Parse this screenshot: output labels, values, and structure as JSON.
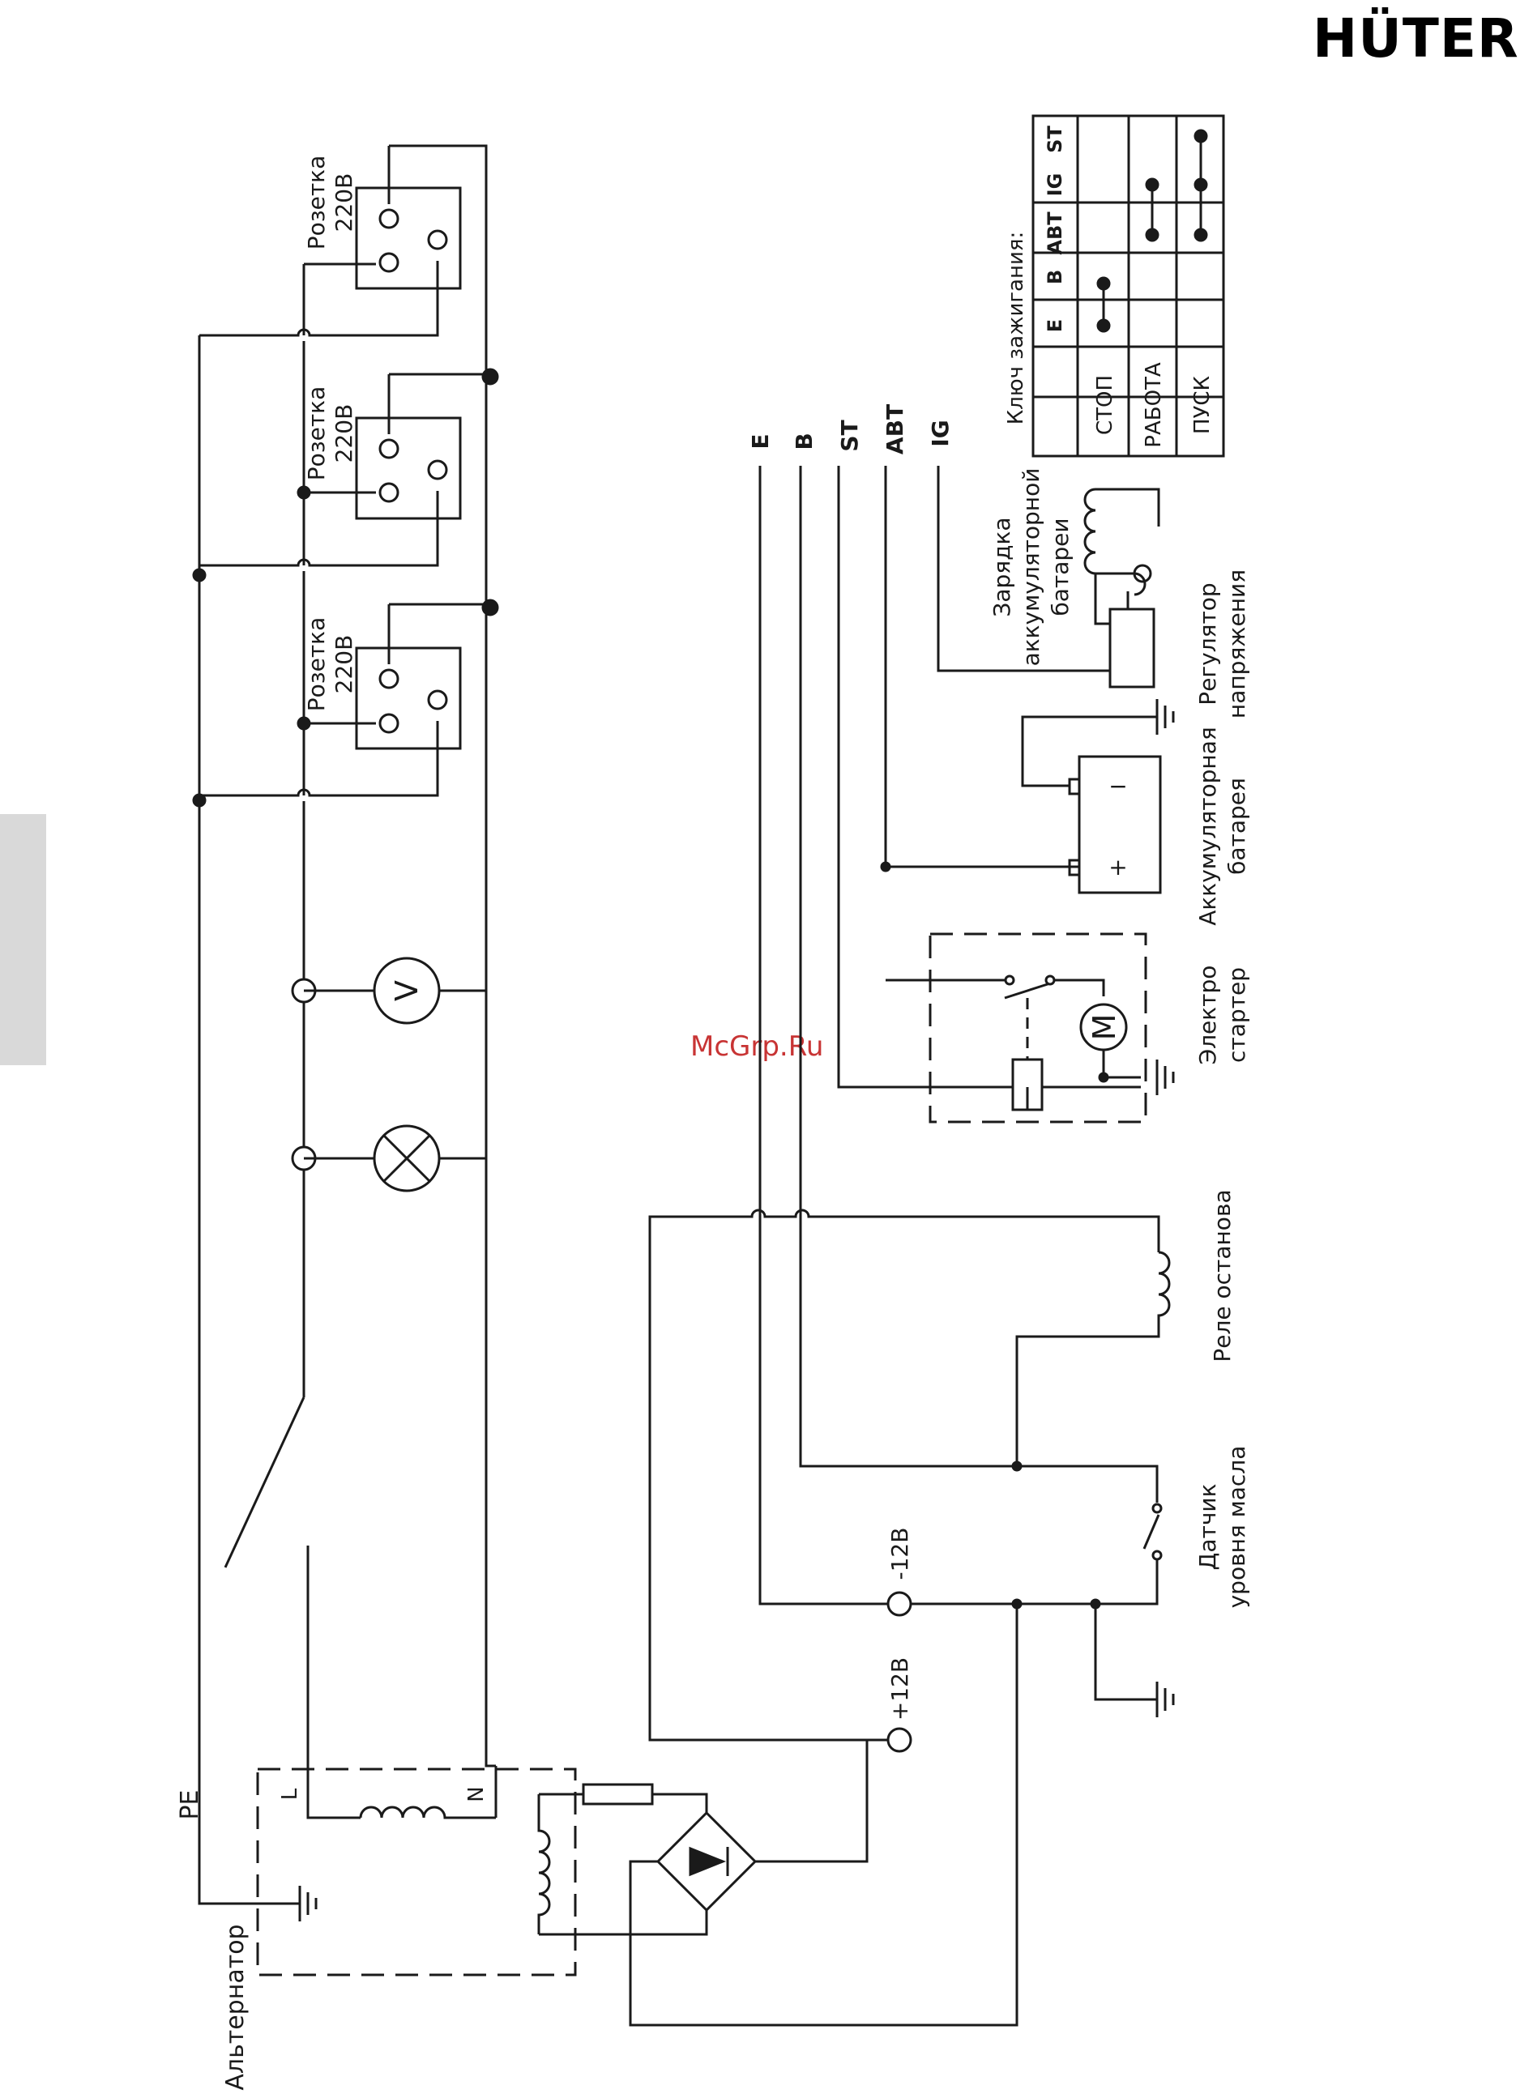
{
  "brand": {
    "logo_text": "HÜTER"
  },
  "watermark": "McGrp.Ru",
  "labels": {
    "outlet": [
      "Розетка",
      "220В"
    ],
    "pe": "PE",
    "alternator": "Альтернатор",
    "terminal_l": "L",
    "terminal_n": "N",
    "plus12": "+12В",
    "minus12": "-12В",
    "bus": [
      "E",
      "B",
      "ST",
      "ABT",
      "IG"
    ],
    "charge": [
      "Зарядка",
      "аккумуляторной",
      "батареи"
    ],
    "regulator": [
      "Регулятор",
      "напряжения"
    ],
    "battery": [
      "Аккумуляторная",
      "батарея"
    ],
    "starter": [
      "Электро",
      "стартер"
    ],
    "stop_relay": "Реле останова",
    "oil_sensor": [
      "Датчик",
      "уровня масла"
    ],
    "voltmeter_symbol": "V",
    "motor_symbol": "M",
    "battery_plus": "+",
    "battery_minus": "−"
  },
  "ignition_table": {
    "title": "Ключ зажигания:",
    "headers": [
      "E",
      "B",
      "ABT",
      "IG",
      "ST"
    ],
    "rows": [
      "СТОП",
      "РАБОТА",
      "ПУСК"
    ]
  }
}
